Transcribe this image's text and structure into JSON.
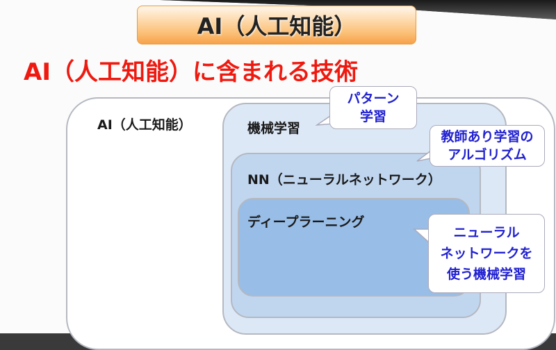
{
  "banner_title": "AI（人工知能）",
  "heading": "AI（人工知能）に含まれる技術",
  "diagram": {
    "ai_label": "AI（人工知能）",
    "ml_label": "機械学習",
    "nn_label": "NN（ニューラルネットワーク）",
    "dl_label": "ディープラーニング"
  },
  "callouts": {
    "ml": [
      "パターン",
      "学習"
    ],
    "nn": [
      "教師あり学習の",
      "アルゴリズム"
    ],
    "dl": [
      "ニューラル",
      "ネットワークを",
      "使う機械学習"
    ]
  },
  "colors": {
    "heading": "#ee1a10",
    "callout_text": "#2020d0",
    "banner": "#fbc178"
  }
}
